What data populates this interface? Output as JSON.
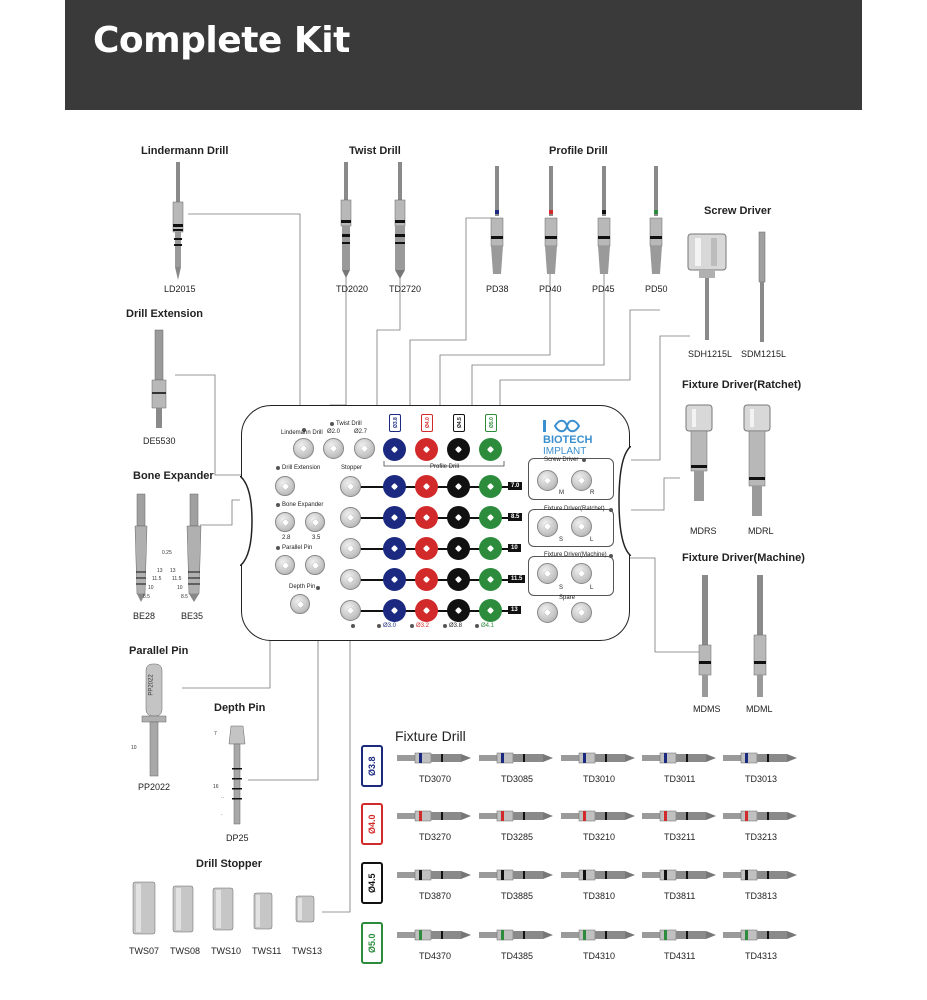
{
  "header": {
    "title": "Complete Kit"
  },
  "sections": {
    "lindemann": "Lindermann Drill",
    "twist": "Twist Drill",
    "profile": "Profile Drill",
    "screw_driver": "Screw Driver",
    "drill_extension": "Drill Extension",
    "fixture_ratchet": "Fixture Driver(Ratchet)",
    "bone_expander": "Bone Expander",
    "fixture_machine": "Fixture Driver(Machine)",
    "parallel_pin": "Parallel Pin",
    "depth_pin": "Depth Pin",
    "fixture_drill": "Fixture Drill",
    "drill_stopper": "Drill Stopper"
  },
  "codes": {
    "ld2015": "LD2015",
    "td2020": "TD2020",
    "td2720": "TD2720",
    "pd38": "PD38",
    "pd40": "PD40",
    "pd45": "PD45",
    "pd50": "PD50",
    "sdh": "SDH1215L",
    "sdm": "SDM1215L",
    "de5530": "DE5530",
    "mdrs": "MDRS",
    "mdrl": "MDRL",
    "be28": "BE28",
    "be35": "BE35",
    "mdms": "MDMS",
    "mdml": "MDML",
    "pp2022": "PP2022",
    "dp25": "DP25",
    "tws07": "TWS07",
    "tws08": "TWS08",
    "tws10": "TWS10",
    "tws11": "TWS11",
    "tws13": "TWS13"
  },
  "bone_expander_dims": {
    "d1": "0.25",
    "a": "13",
    "b": "11.5",
    "c": "10",
    "d": "8.5",
    "e": "13",
    "f": "11.5",
    "g": "10",
    "h": "8.5"
  },
  "parallel_pin_dims": {
    "engraving": "PP2022",
    "len": "10"
  },
  "depth_pin_dims": {
    "a": "7",
    "b": "16",
    "c": "··",
    "d": "·"
  },
  "tray": {
    "logo_line1": "BIOTECH",
    "logo_line2": "IMPLANT",
    "lindemann_label": "Lindemann Drill",
    "twist_label": "Twist Drill",
    "twist_a": "Ø2.0",
    "twist_b": "Ø2.7",
    "flags": [
      "Ø3.8",
      "Ø4.0",
      "Ø4.5",
      "Ø5.0"
    ],
    "profile_label": "Profile Drill",
    "drill_ext_label": "Drill Extension",
    "stopper_label": "Stopper",
    "bone_exp_label": "Bone Expander",
    "bone_a": "2.8",
    "bone_b": "3.5",
    "parallel_label": "Parallel Pin",
    "depth_label": "Depth Pin",
    "lengths": [
      "7.0",
      "8.5",
      "10",
      "11.5",
      "13"
    ],
    "bottom": [
      "Ø3.0",
      "Ø3.2",
      "Ø3.8",
      "Ø4.1"
    ],
    "screw_driver_label": "Screw Driver",
    "screw_m": "M",
    "screw_r": "R",
    "ratchet_label": "Fixture Driver(Ratchet)",
    "ratchet_s": "S",
    "ratchet_l": "L",
    "machine_label": "Fixture Driver(Machine)",
    "machine_s": "S",
    "machine_l": "L",
    "spare_label": "Spare"
  },
  "fixture_drill": {
    "flags": [
      "Ø3.8",
      "Ø4.0",
      "Ø4.5",
      "Ø5.0"
    ],
    "flag_colors": [
      "#1b2a80",
      "#d22a2a",
      "#111111",
      "#2c8c3c"
    ],
    "rows": [
      [
        "TD3070",
        "TD3085",
        "TD3010",
        "TD3011",
        "TD3013"
      ],
      [
        "TD3270",
        "TD3285",
        "TD3210",
        "TD3211",
        "TD3213"
      ],
      [
        "TD3870",
        "TD3885",
        "TD3810",
        "TD3811",
        "TD3813"
      ],
      [
        "TD4370",
        "TD4385",
        "TD4310",
        "TD4311",
        "TD4313"
      ]
    ]
  },
  "colors": {
    "header_bg": "#3a3a3a",
    "blue": "#1b2a80",
    "red": "#d22a2a",
    "black": "#111111",
    "green": "#2c8c3c"
  }
}
